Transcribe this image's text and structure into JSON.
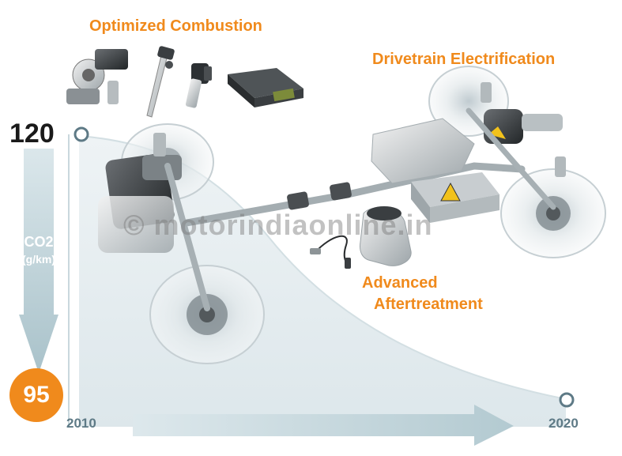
{
  "headings": {
    "optimized_combustion": "Optimized Combustion",
    "drivetrain_electrification": "Drivetrain Electrification",
    "advanced_line1": "Advanced",
    "advanced_line2": "Aftertreatment"
  },
  "co2_axis": {
    "start_value": "120",
    "end_value": "95",
    "label": "CO2",
    "unit": "(g/km)"
  },
  "timeline": {
    "start_year": "2010",
    "end_year": "2020"
  },
  "watermark": "© motorindiaonline.in",
  "colors": {
    "accent_orange": "#f08a1c",
    "arrow_teal": "#c2d6dd",
    "curve_fill": "#e6eef1",
    "marker_teal": "#5e7a86"
  }
}
